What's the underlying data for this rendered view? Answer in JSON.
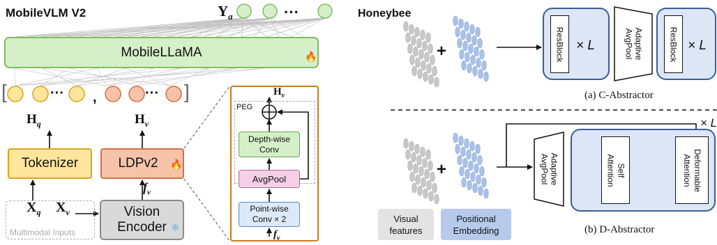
{
  "colors": {
    "llm_fill": "#d5efc9",
    "llm_stroke": "#7cbf62",
    "yellow_fill": "#ffe69a",
    "yellow_stroke": "#d9a521",
    "orange_fill": "#f6c3a8",
    "orange_stroke": "#d46f42",
    "encoder_fill": "#d9d9d9",
    "encoder_stroke": "#8a8a8a",
    "pink_fill": "#f6cfe6",
    "pink_stroke": "#b0669a",
    "lightblue_fill": "#dbe9f8",
    "lightblue_stroke": "#5b87c2",
    "panel_fill": "#dce6f7",
    "panel_stroke": "#3a5c97",
    "token_blue": "#a9c1e8",
    "token_gray": "#c8c8c8",
    "orange_frame": "#c87a1c",
    "dot_yellow": "#f5b400"
  },
  "icons": [
    "fire-icon",
    "snowflake-icon"
  ],
  "mobilevlm": {
    "title": "MobileVLM V2",
    "output_label": "Y",
    "output_sub": "a",
    "output_dots": "···",
    "llm_label": "MobileLLaMA",
    "seq_dots": "···",
    "seq_comma": ",",
    "hq_label": "H",
    "hq_sub": "q",
    "hv_label": "H",
    "hv_sub": "v",
    "tokenizer_label": "Tokenizer",
    "ldp_label": "LDPv2",
    "fv_label": "f",
    "fv_sub": "v",
    "xq_label": "X",
    "xq_sub": "q",
    "xv_label": "X",
    "xv_sub": "v",
    "encoder_line1": "Vision",
    "encoder_line2": "Encoder",
    "multimodal_label": "Multimodal Inputs"
  },
  "ldp_detail": {
    "hv_label": "H",
    "hv_sub": "v",
    "peg_label": "PEG",
    "depthwise_line1": "Depth-wise",
    "depthwise_line2": "Conv",
    "avgpool_label": "AvgPool",
    "pointwise_line1": "Point-wise",
    "pointwise_line2": "Conv × 2",
    "fv_label": "f",
    "fv_sub": "v"
  },
  "honeybee": {
    "title": "Honeybee",
    "plus": "+",
    "resblock_label": "ResBlock",
    "times_l": "× L",
    "adaptive_line1": "Adaptive",
    "adaptive_line2": "AvgPool",
    "c_caption": "(a) C-Abstractor",
    "self_line1": "Self",
    "self_line2": "Attention",
    "deform_line1": "Deformable",
    "deform_line2": "Attention",
    "times_l_edge": "× L",
    "d_caption": "(b) D-Abstractor",
    "legend_visual_line1": "Visual",
    "legend_visual_line2": "features",
    "legend_pos_line1": "Positional",
    "legend_pos_line2": "Embedding"
  }
}
